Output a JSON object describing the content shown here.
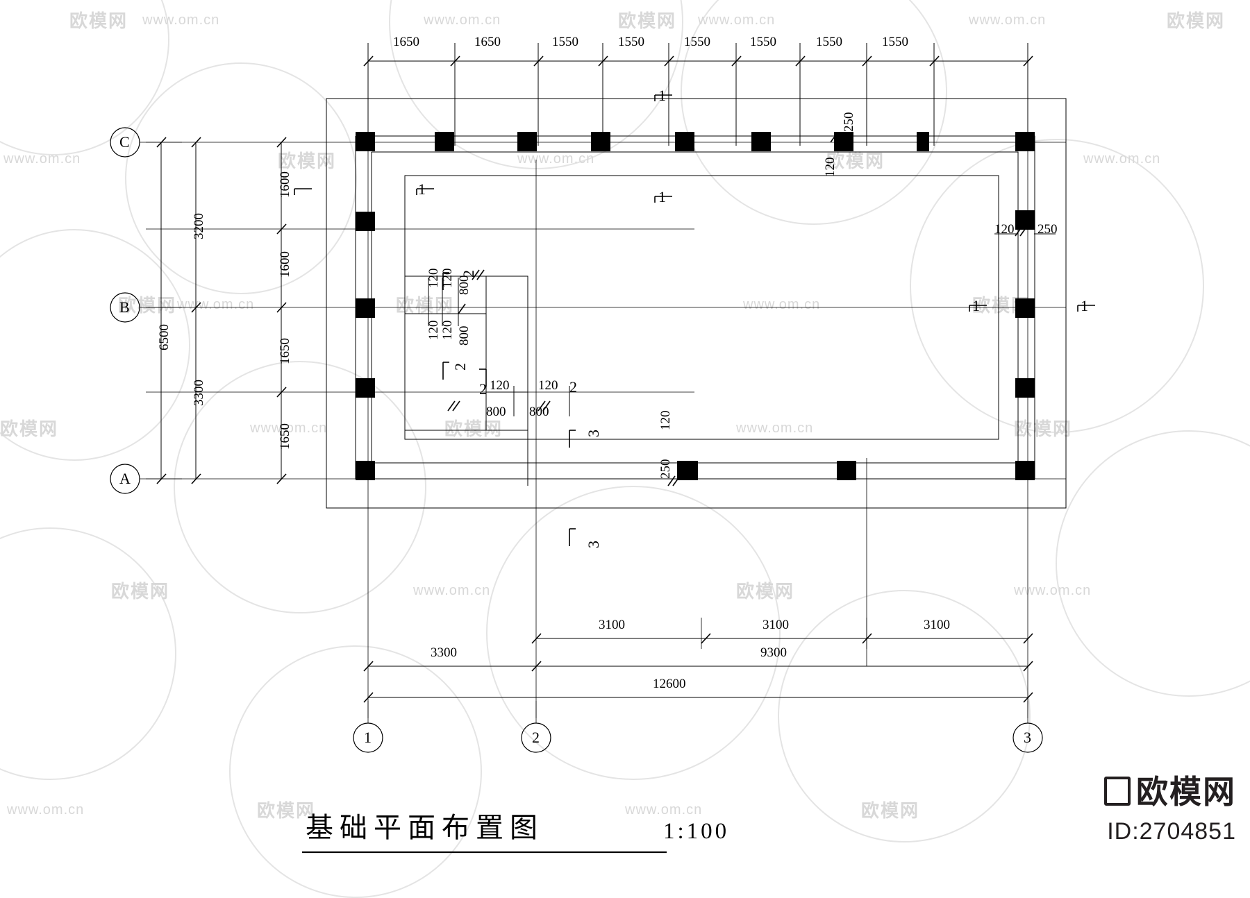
{
  "document": {
    "title": "基础平面布置图",
    "scale": "1:100",
    "watermark_text": "www.om.cn",
    "watermark_cn": "欧模网"
  },
  "branding": {
    "name": "欧模网",
    "id": "ID:2704851"
  },
  "top_dimensions": [
    "1650",
    "1650",
    "1550",
    "1550",
    "1550",
    "1550",
    "1550",
    "1550"
  ],
  "left_dimensions": {
    "outer": [
      "3200",
      "3300"
    ],
    "overall": "6500",
    "inner": [
      "1600",
      "1600",
      "1650",
      "1650"
    ]
  },
  "bottom_dimensions": {
    "row1": [
      "3100",
      "3100",
      "3100"
    ],
    "row2": [
      "3300",
      "9300"
    ],
    "row3": "12600"
  },
  "grid_labels": {
    "horizontal": [
      "1",
      "2",
      "3"
    ],
    "vertical": [
      "A",
      "B",
      "C"
    ]
  },
  "column_callouts": [
    {
      "id": "c-top-right",
      "w": "120",
      "h": "250"
    },
    {
      "id": "c-right",
      "w": "120",
      "h": "250"
    },
    {
      "id": "c-bottom",
      "w": "120",
      "h": "250"
    },
    {
      "id": "c-inner-1",
      "w": "120",
      "h": "800"
    },
    {
      "id": "c-inner-2",
      "w": "120",
      "h": "800"
    },
    {
      "id": "c-inner-3",
      "w": "120",
      "h": "800"
    },
    {
      "id": "c-inner-4",
      "w": "120",
      "h": "800"
    }
  ],
  "section_marks": [
    "1",
    "1",
    "1",
    "1",
    "1",
    "2",
    "2",
    "2",
    "2",
    "3",
    "3"
  ],
  "labels": {
    "n120": "120",
    "n250": "250",
    "n800": "800"
  }
}
